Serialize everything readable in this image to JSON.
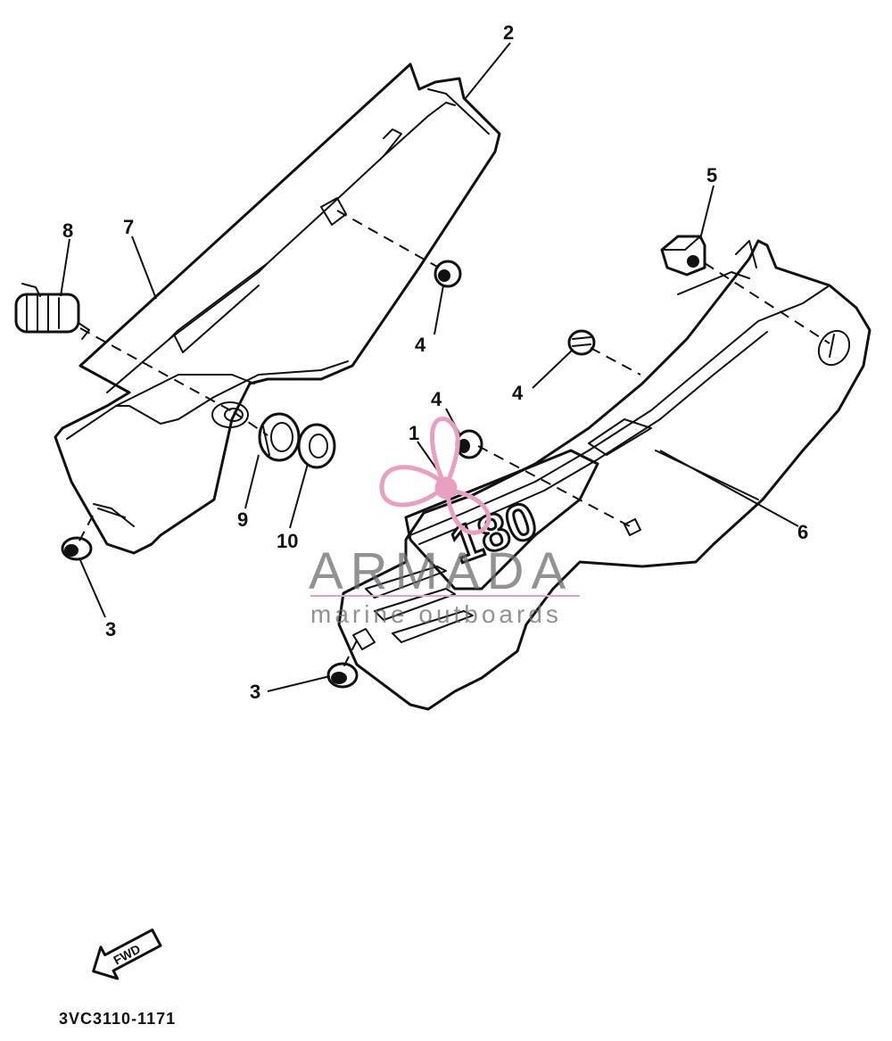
{
  "diagram": {
    "callouts": [
      "1",
      "2",
      "3",
      "3",
      "4",
      "4",
      "4",
      "5",
      "6",
      "7",
      "8",
      "9",
      "10"
    ],
    "decal_text": "180",
    "fwd_label": "FWD",
    "drawing_code": "3VC3110-1171"
  },
  "watermark": {
    "brand": "ARMADA",
    "tagline": "marine outboards",
    "colors": {
      "logo": "#e8a0c0",
      "text": "#6d6d6d"
    }
  }
}
